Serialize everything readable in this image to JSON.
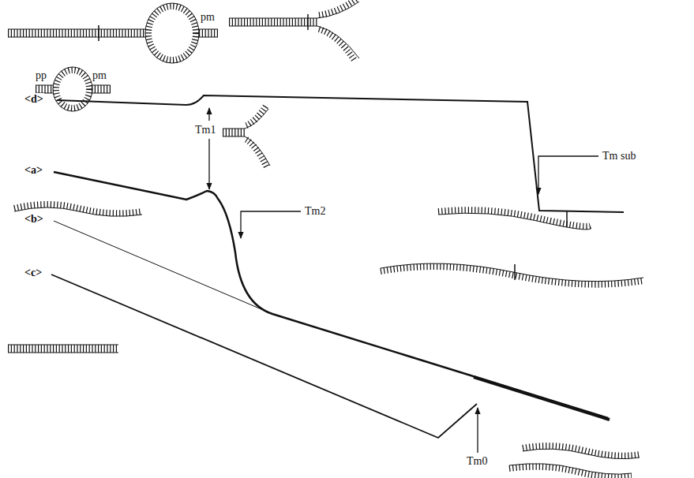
{
  "diagram": {
    "labels": [
      "pm",
      "<d>",
      "Tm1",
      "Tm sub",
      "pp",
      "pm",
      "<a>",
      "Tm2",
      "<b>",
      "<c>",
      "Tm0"
    ]
  }
}
